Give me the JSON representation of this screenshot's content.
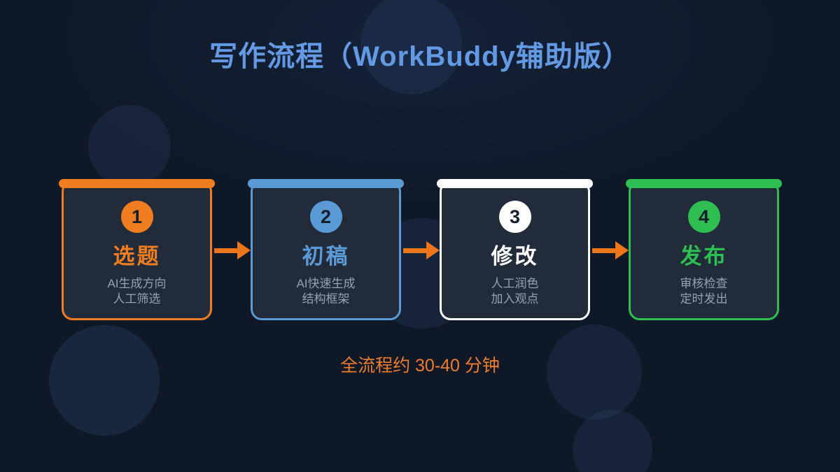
{
  "title": "写作流程（WorkBuddy辅助版）",
  "footer_note": "全流程约 30-40 分钟",
  "colors": {
    "background": "#0f1827",
    "bg-light": "#142138",
    "circle-tint": "rgba(76,118,180,0.13)",
    "title-text": "#639ae3",
    "card-fill": "#222b3a",
    "description-text": "#97a0ad",
    "number-text": "#141e2d",
    "arrow": "#ed7618",
    "note-text": "#ed7d31"
  },
  "steps": [
    {
      "number": "1",
      "title": "选题",
      "desc1": "AI生成方向",
      "desc2": "人工筛选",
      "accent": "#f07d1f"
    },
    {
      "number": "2",
      "title": "初稿",
      "desc1": "AI快速生成",
      "desc2": "结构框架",
      "accent": "#5b9bd5"
    },
    {
      "number": "3",
      "title": "修改",
      "desc1": "人工润色",
      "desc2": "加入观点",
      "accent": "#ffffff"
    },
    {
      "number": "4",
      "title": "发布",
      "desc1": "审核检查",
      "desc2": "定时发出",
      "accent": "#2ebe52"
    }
  ]
}
